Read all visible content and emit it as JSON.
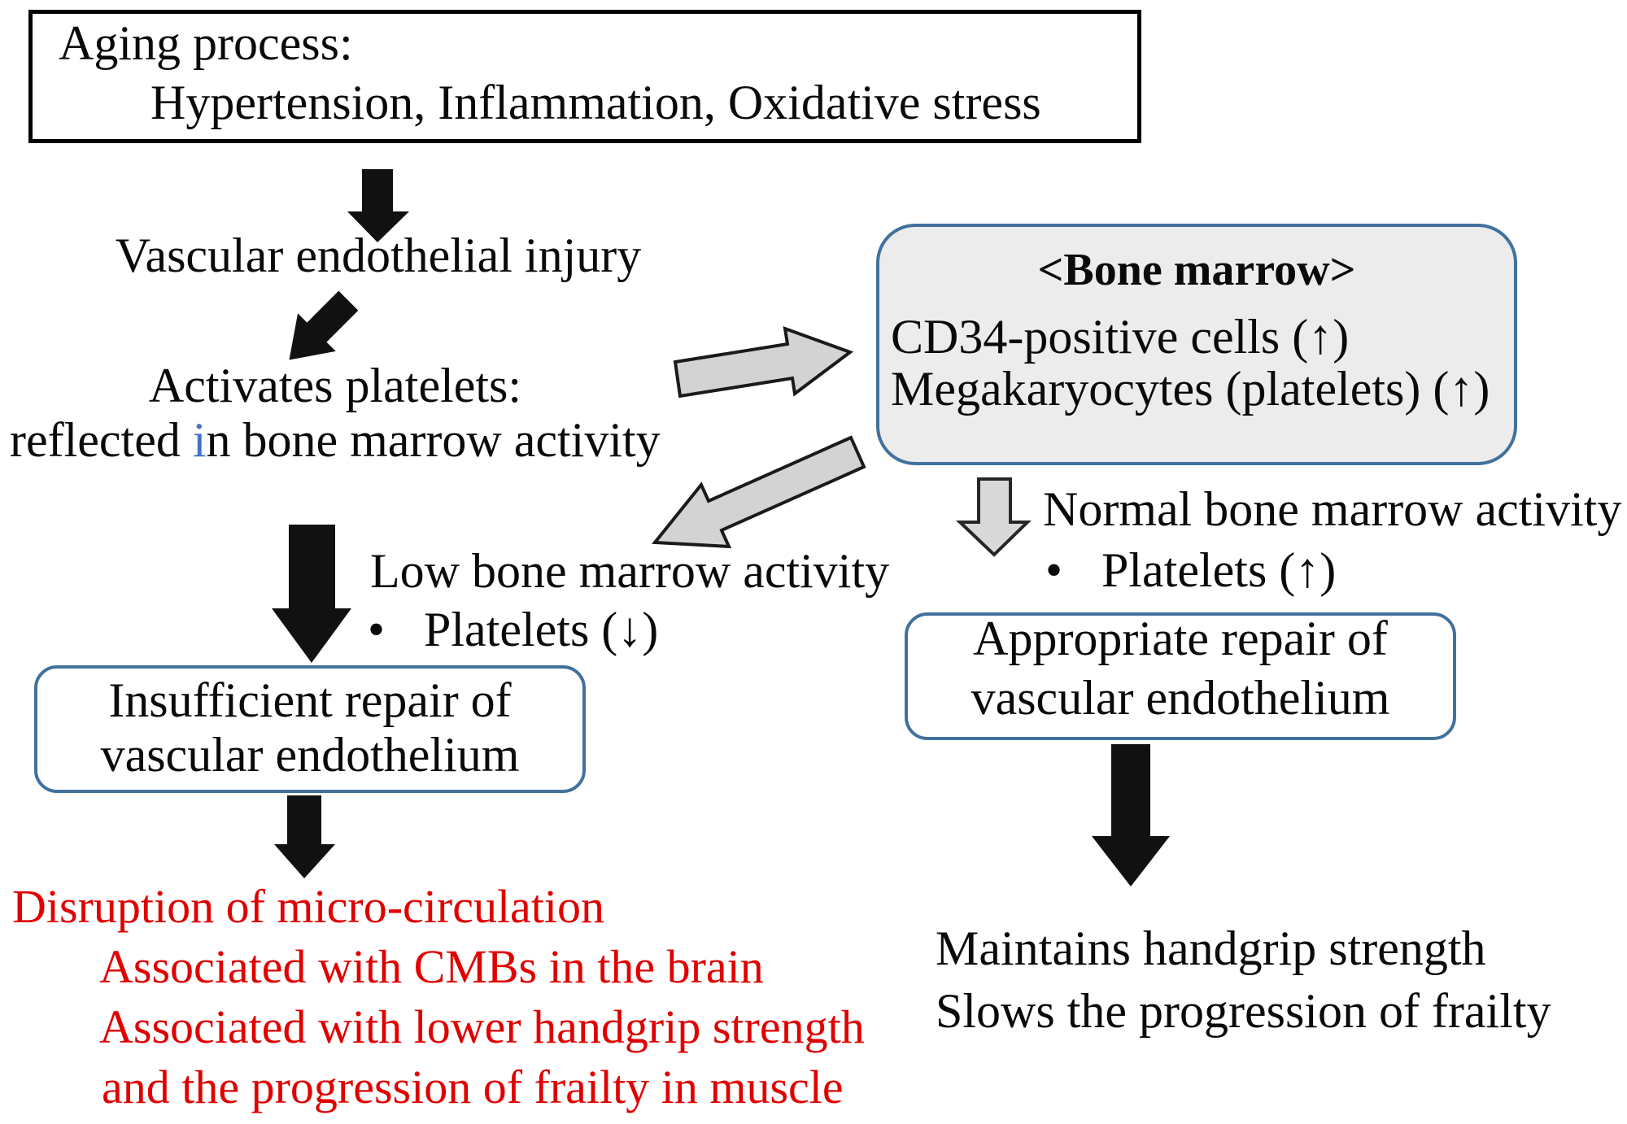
{
  "top_box": {
    "line1": "Aging process:",
    "line2": "Hypertension, Inflammation, Oxidative stress"
  },
  "left_flow": {
    "vascular_injury": "Vascular endothelial injury",
    "activates_platelets": "Activates platelets:",
    "reflected_pre": "reflected ",
    "reflected_blue_letter": "i",
    "reflected_post": "n bone marrow activity",
    "low_bm_activity": "Low bone marrow activity",
    "bullet": "•",
    "platelets_down": "Platelets (↓)",
    "insufficient_line1": "Insufficient repair of",
    "insufficient_line2": "vascular endothelium"
  },
  "bone_marrow_box": {
    "title": "<Bone marrow>",
    "line1": "CD34-positive cells (↑)",
    "line2": "Megakaryocytes (platelets) (↑)"
  },
  "right_flow": {
    "normal_bm_activity": "Normal bone marrow activity",
    "bullet": "•",
    "platelets_up": "Platelets (↑)",
    "appropriate_line1": "Appropriate repair of",
    "appropriate_line2": "vascular endothelium",
    "maintains": "Maintains handgrip strength",
    "slows": "Slows the progression of frailty"
  },
  "red_text": {
    "lines": [
      "Disruption of micro-circulation",
      "Associated with CMBs in the brain",
      "Associated with lower handgrip strength",
      "and the progression of frailty in muscle"
    ]
  },
  "icons": {
    "arrow_up": "↑",
    "arrow_down": "↓"
  },
  "colors": {
    "red": "#e00000",
    "border_blue": "#41719c",
    "blue_letter": "#4472c4",
    "box_fill": "#ececec",
    "arrow_gray": "#d3d3d3",
    "arrow_gray2": "#d9d9d9"
  }
}
